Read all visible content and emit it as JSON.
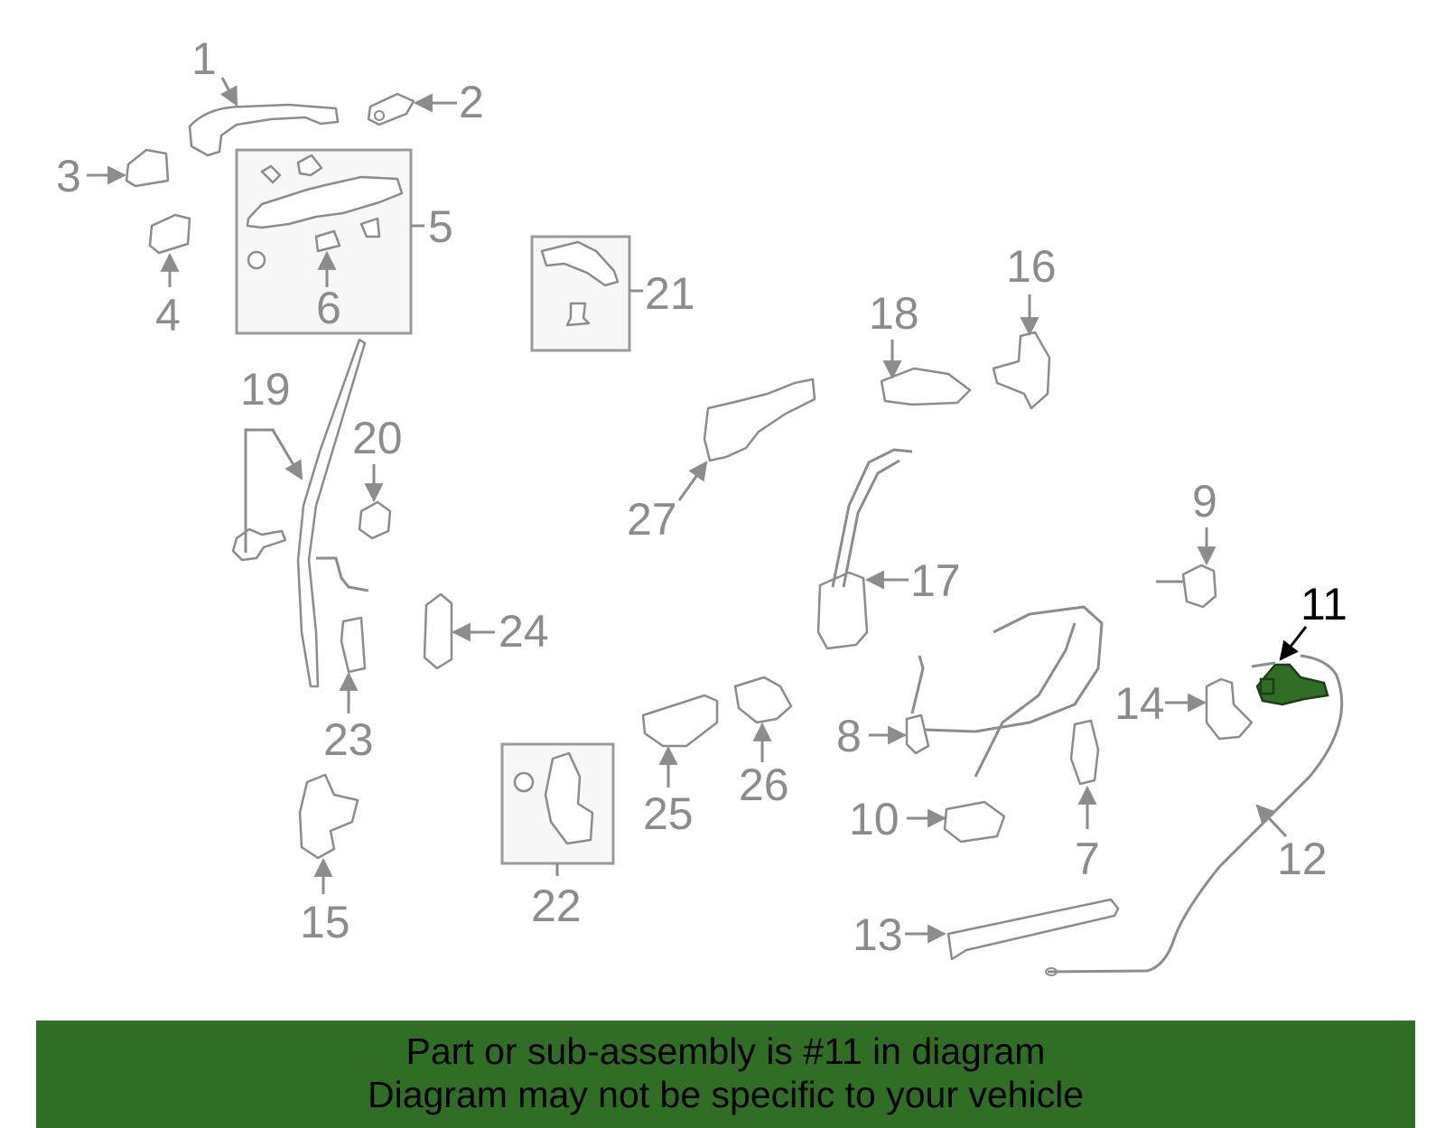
{
  "callouts": [
    "1",
    "2",
    "3",
    "4",
    "5",
    "6",
    "7",
    "8",
    "9",
    "10",
    "11",
    "12",
    "13",
    "14",
    "15",
    "16",
    "17",
    "18",
    "19",
    "20",
    "21",
    "22",
    "23",
    "24",
    "25",
    "26",
    "27"
  ],
  "highlighted_callout": "11",
  "colors": {
    "highlight_green": "#2f6e24",
    "line_gray": "#8c8c8c",
    "box_fill": "#f7f7f7"
  },
  "banner": {
    "line1": "Part or sub-assembly is #11 in diagram",
    "line2": "Diagram may not be specific to your vehicle"
  }
}
